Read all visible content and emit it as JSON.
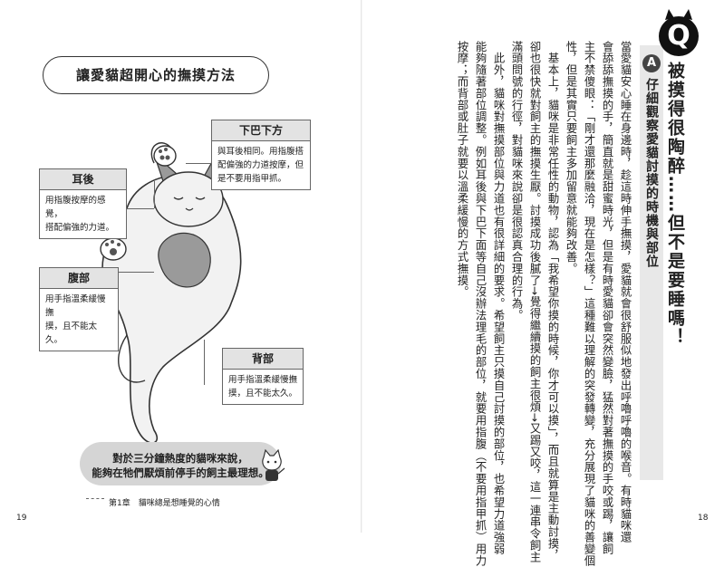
{
  "left_page": {
    "title": "讓愛貓超開心的撫摸方法",
    "callouts": {
      "chin": {
        "heading": "下巴下方",
        "lines": [
          "與耳後相同。用指腹搭",
          "配偏強的力道按摩，但",
          "是不要用指甲抓。"
        ]
      },
      "ear": {
        "heading": "耳後",
        "lines": [
          "用指腹按摩的感覺，",
          "搭配偏強的力道。"
        ]
      },
      "belly": {
        "heading": "腹部",
        "lines": [
          "用手指溫柔緩慢撫",
          "摸，且不能太久。"
        ]
      },
      "back": {
        "heading": "背部",
        "lines": [
          "用手指溫柔緩慢撫",
          "摸，且不能太久。"
        ]
      }
    },
    "tip_lines": [
      "對於三分鐘熱度的貓咪來說，",
      "能夠在牠們厭煩前停手的飼主最理想。"
    ],
    "footer": "第1章　貓咪總是想睡覺的心情",
    "page_number": "19"
  },
  "right_page": {
    "q_mark": "Q",
    "question": "被摸得很陶醉……但不是要睡嗎！",
    "a_mark": "A",
    "answer": "仔細觀察愛貓討摸的時機與部位",
    "body_columns": [
      "當愛貓安心睡在身邊時，趁這時伸手撫摸，愛貓就會很舒服似地發出呼嚕呼嚕的喉音。有時貓咪還",
      "會舔舔撫摸的手，簡直就是甜蜜時光，但是有時愛貓卻會突然變臉，猛然對著撫摸的手咬或踢，讓飼",
      "主不禁傻眼：「剛才還那麼融洽，現在是怎樣？」這種難以理解的突發轉變，充分展現了貓咪的善變個",
      "性，但是其實只要飼主多加留意就能夠改善。",
      "　基本上，貓咪是非常任性的動物，認為「我希望你摸的時候，你才可以摸」，而且就算是主動討摸，",
      "卻也很快就對飼主的撫摸生厭。討摸成功後膩了→覺得繼續摸的飼主很煩→又踢又咬，這一連串令飼主",
      "滿頭問號的行徑，對貓咪來說卻是很認真合理的行為。",
      "　此外，貓咪對撫摸部位與力道也有很詳細的要求。希望飼主只摸自己討摸的部位，也希望力道強弱",
      "能夠隨著部位調整。例如耳後與下巴下面等自己沒辦法理毛的部位，就要用指腹（不要用指甲抓）用力",
      "按摩；而背部或肚子就要以溫柔緩慢的方式撫摸。"
    ],
    "page_number": "18"
  }
}
